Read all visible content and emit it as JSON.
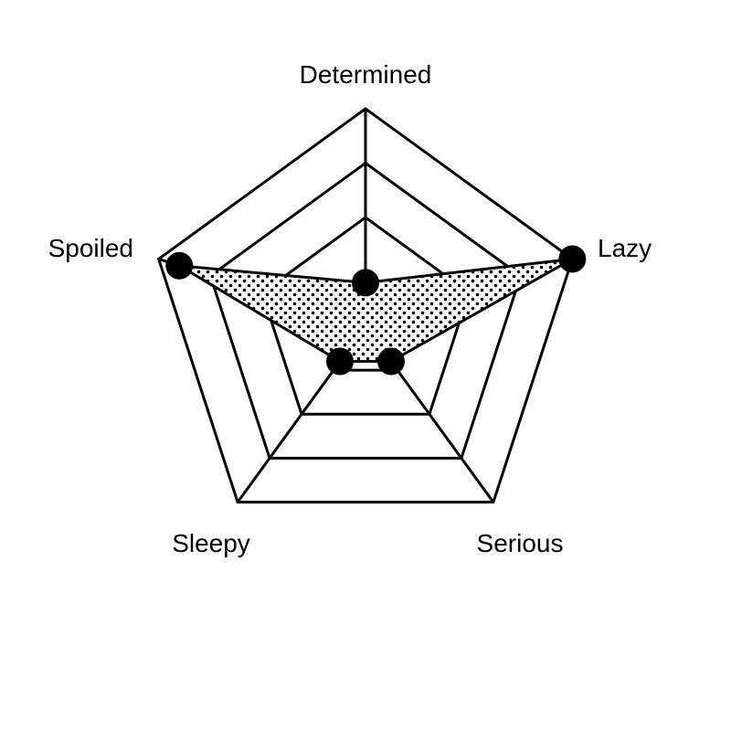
{
  "chart_data": {
    "type": "radar",
    "axes": [
      "Determined",
      "Lazy",
      "Serious",
      "Sleepy",
      "Spoiled"
    ],
    "series": [
      {
        "values": [
          0.2,
          1.0,
          0.2,
          0.2,
          0.9
        ]
      }
    ],
    "range": [
      0,
      1
    ],
    "grid_levels": 4,
    "fill_pattern": "dots",
    "line_color": "#000000",
    "fill_color": "#ffffff"
  }
}
